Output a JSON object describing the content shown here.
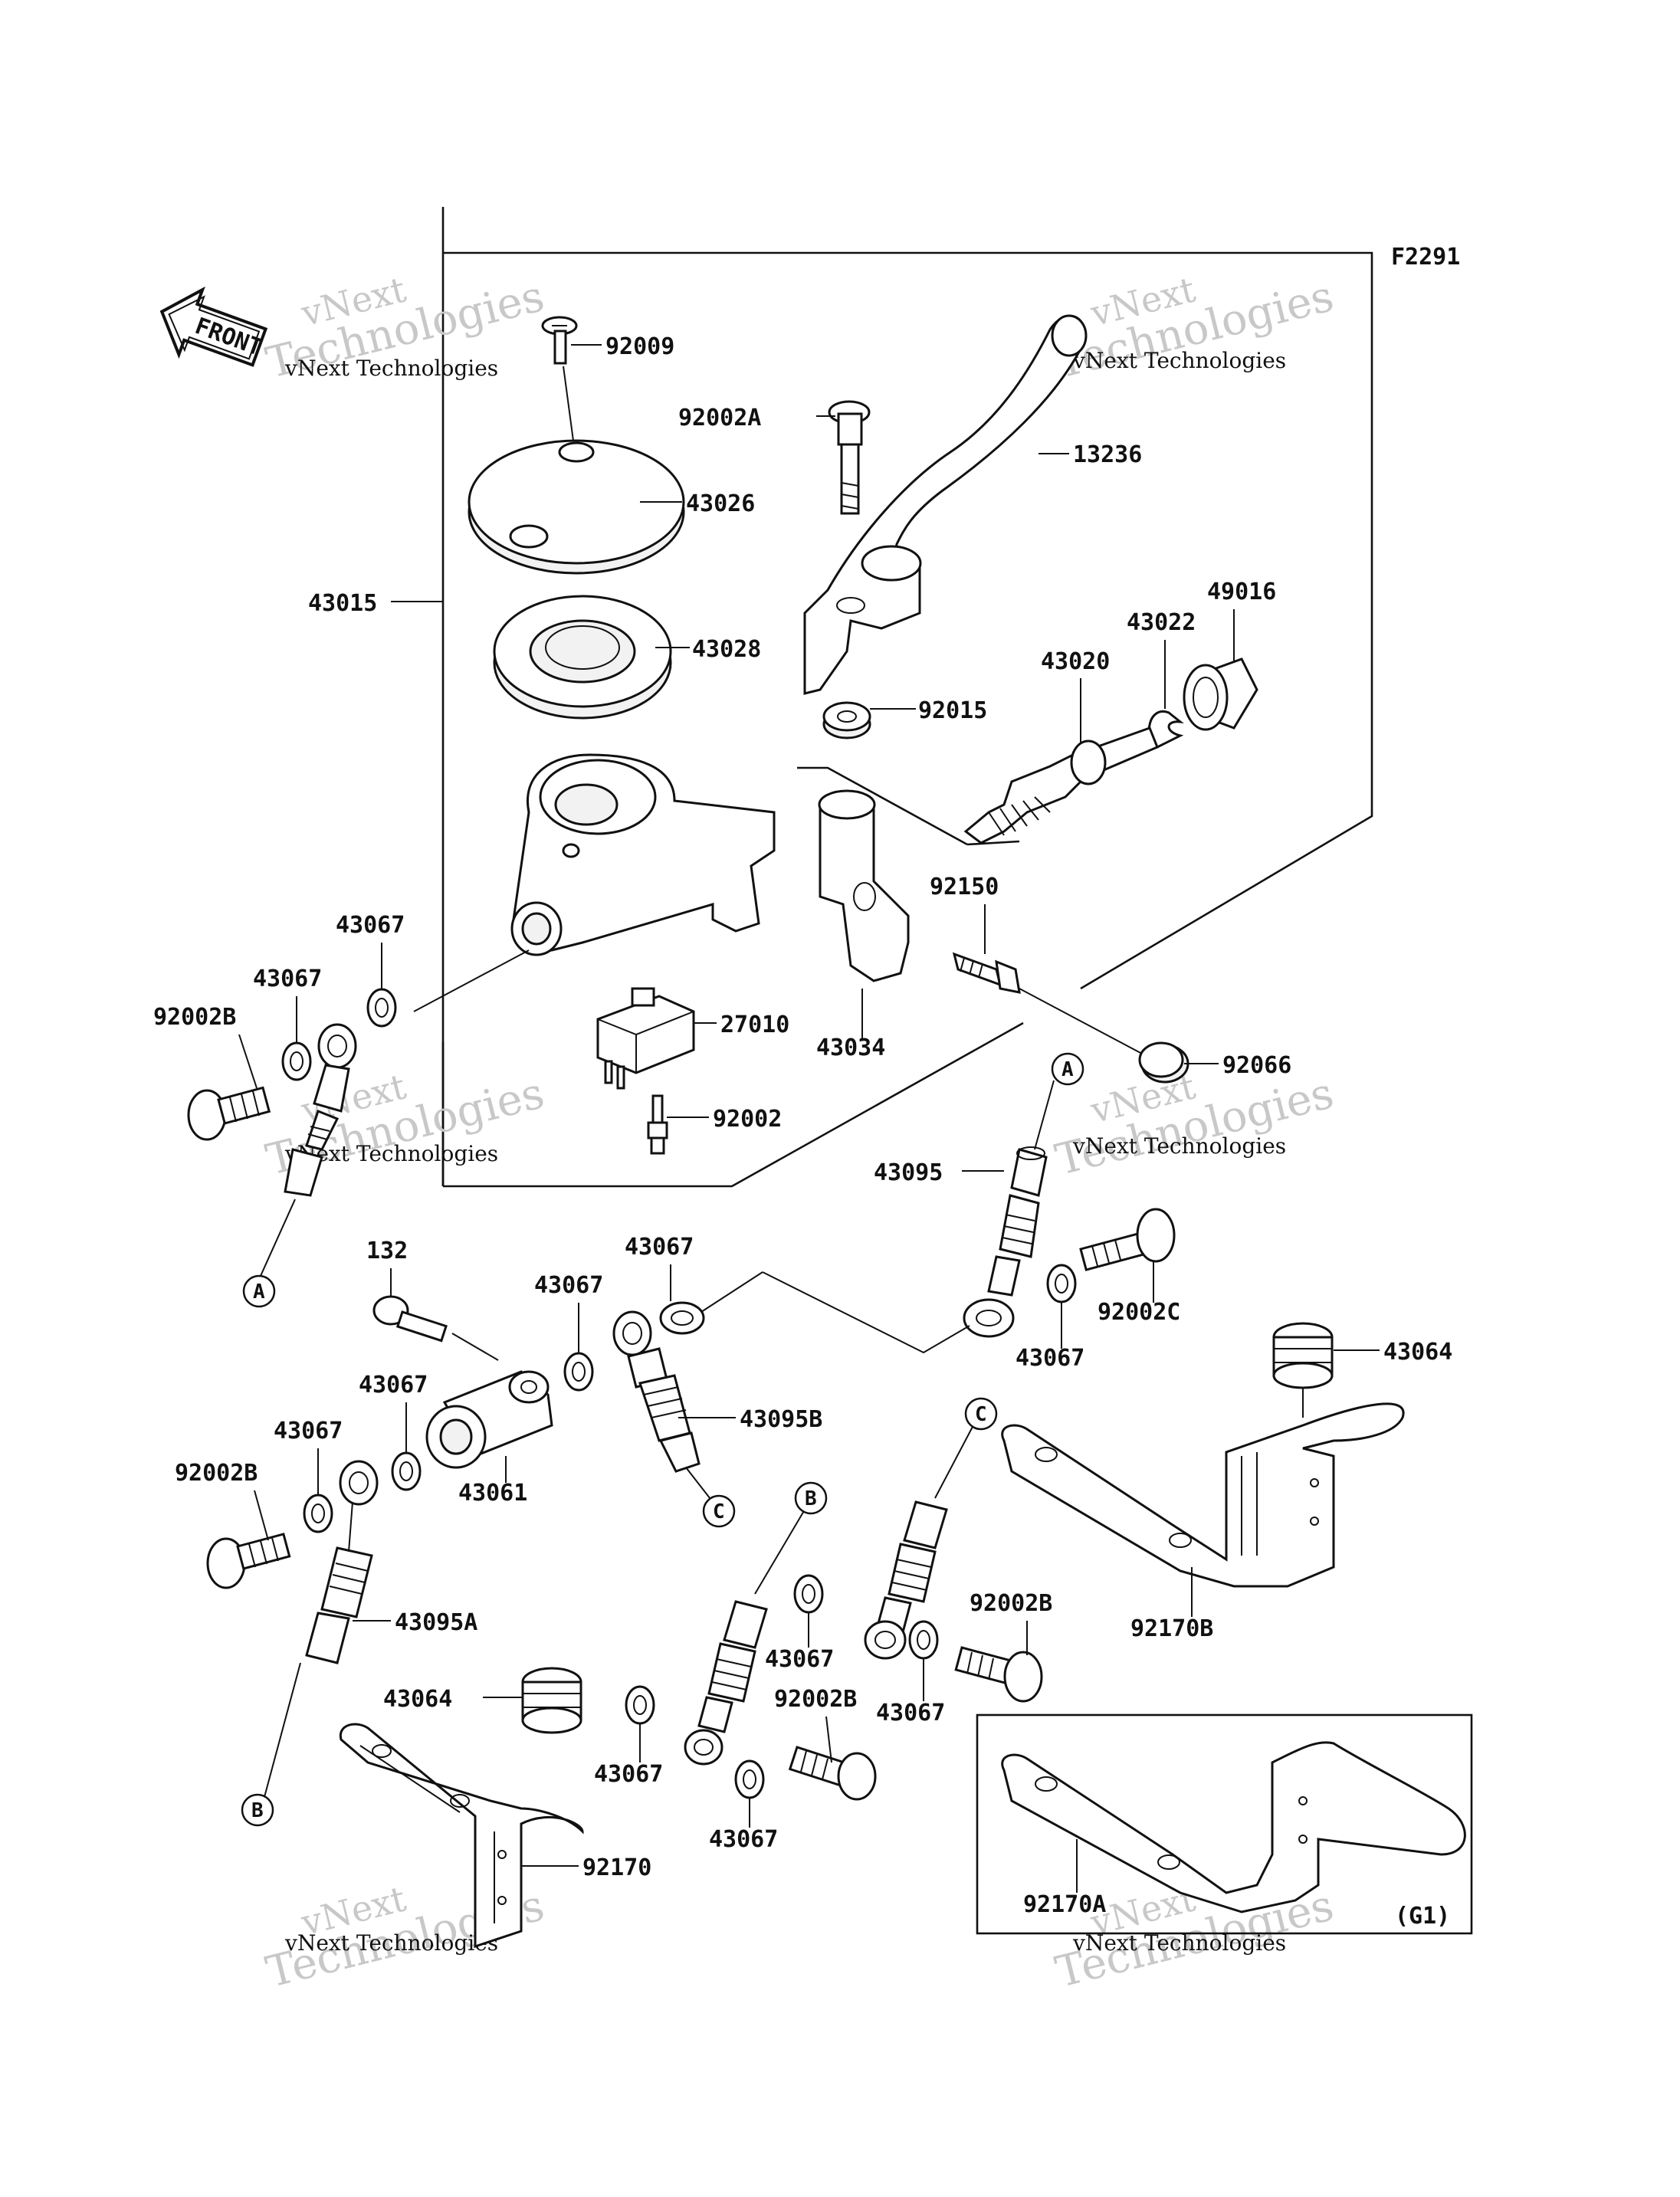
{
  "diagram_code": "F2291",
  "front_label": "FRONT",
  "group_label": "(G1)",
  "watermark": {
    "line1": "vNext",
    "line2": "Technologies",
    "credit": "vNext Technologies"
  },
  "labels": {
    "p92009": "92009",
    "p92002A": "92002A",
    "p13236": "13236",
    "p43026": "43026",
    "p43015": "43015",
    "p43028": "43028",
    "p49016": "49016",
    "p43022": "43022",
    "p43020": "43020",
    "p92015": "92015",
    "p92150": "92150",
    "p43067_a": "43067",
    "p43067_b": "43067",
    "p92002B_a": "92002B",
    "p27010": "27010",
    "p43034": "43034",
    "p92066": "92066",
    "p92002": "92002",
    "p43095": "43095",
    "p132": "132",
    "p43067_c": "43067",
    "p43067_d": "43067",
    "p92002C": "92002C",
    "p43067_e": "43067",
    "p43064_a": "43064",
    "p43067_f": "43067",
    "p43095B": "43095B",
    "p43067_g": "43067",
    "p92002B_b": "92002B",
    "p43061": "43061",
    "p43095A": "43095A",
    "p43064_b": "43064",
    "p92170": "92170",
    "p43067_h": "43067",
    "p92002B_c": "92002B",
    "p43067_i": "43067",
    "p92002B_d": "92002B",
    "p43067_j": "43067",
    "p43067_k": "43067",
    "p92170B": "92170B",
    "p92170A": "92170A"
  },
  "callouts": {
    "a": "A",
    "b": "B",
    "c": "C"
  }
}
